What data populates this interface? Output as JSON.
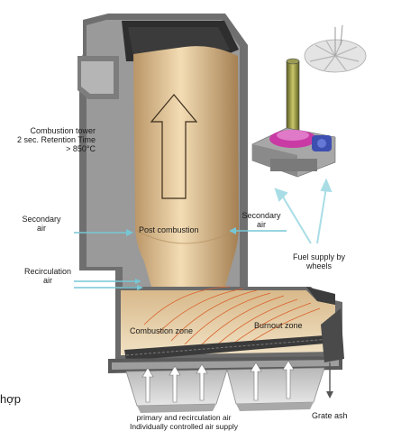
{
  "labels": {
    "combustion_tower": [
      "Combustion tower",
      "2 sec. Retention Time",
      "> 850°C"
    ],
    "secondary_air_left": [
      "Secondary",
      "air"
    ],
    "secondary_air_right": [
      "Secondary",
      "air"
    ],
    "post_combustion": "Post combustion",
    "recirculation_air": [
      "Recirculation",
      "air"
    ],
    "fuel_supply": [
      "Fuel supply by",
      "wheels"
    ],
    "combustion_zone": "Combustion zone",
    "burnout_zone": "Burnout zone",
    "primary_air": [
      "primary and recirculation air",
      "Individually controlled air supply"
    ],
    "grate_ash": "Grate ash",
    "cutoff_text": "hợp"
  },
  "colors": {
    "wall_dark": "#4a4a4a",
    "wall_mid": "#8e8e8e",
    "wall_light": "#c8c8c8",
    "tower_gold": "#d9b989",
    "arrow_cyan": "#76c7d6",
    "fan_magenta": "#c93aa5",
    "motor_blue": "#3d4fb0",
    "shaft_olive": "#8a8a3a",
    "flame_orange": "#d9602a"
  }
}
